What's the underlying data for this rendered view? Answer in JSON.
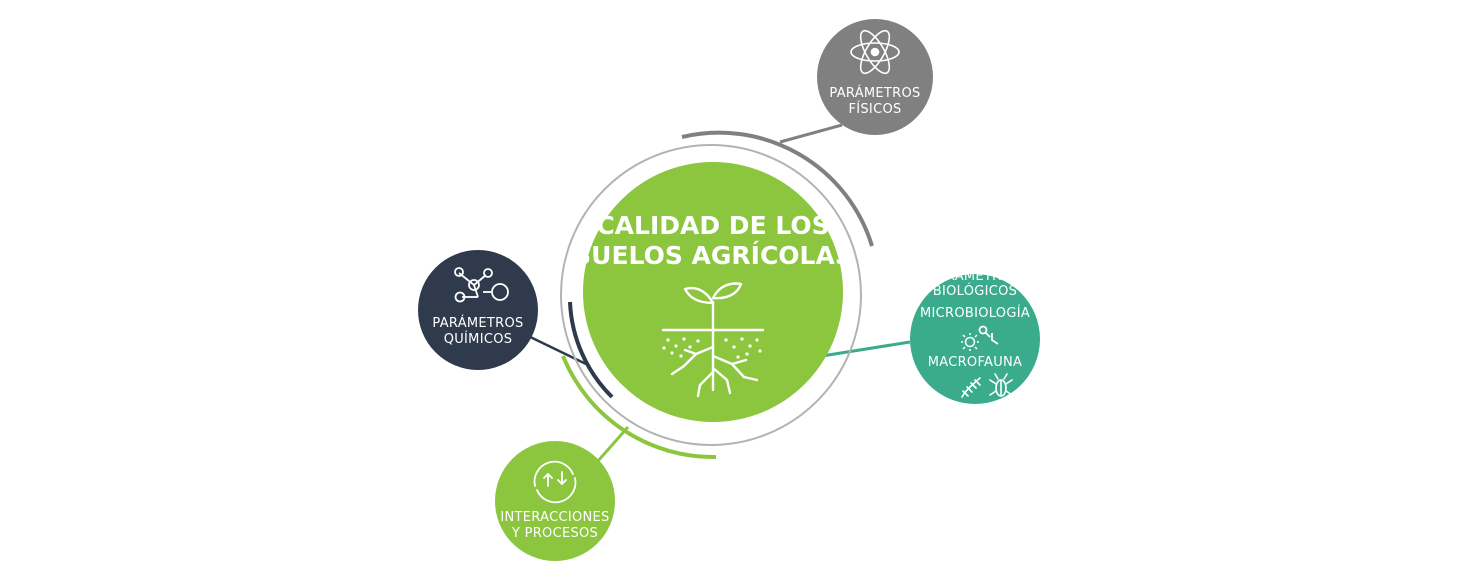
{
  "title_lines": [
    "CALIDAD DE LOS",
    "SUELOS AGRÍCOLAS"
  ],
  "colors": {
    "center": "#8cc63f",
    "ring": "#b3b3b3",
    "fisicos": "#808080",
    "quimicos": "#2f3a4c",
    "biologicos": "#3aab8d",
    "interacciones": "#8cc63f"
  },
  "nodes": {
    "fisicos": {
      "lines": [
        "PARÁMETROS",
        "FÍSICOS"
      ],
      "icon": "atom-icon"
    },
    "quimicos": {
      "lines": [
        "PARÁMETROS",
        "QUÍMICOS"
      ],
      "icon": "molecule-icon"
    },
    "biologicos": {
      "lines": [
        "PARÁMETROS",
        "BIOLÓGICOS"
      ],
      "sub1": "MICROBIOLOGÍA",
      "sub2": "MACROFAUNA",
      "icons": [
        "microbe-icon",
        "bacteria-icon",
        "centipede-icon",
        "beetle-icon"
      ]
    },
    "interacciones": {
      "lines": [
        "INTERACCIONES",
        "Y PROCESOS"
      ],
      "icon": "cycle-arrows-icon"
    }
  },
  "center_icon": "plant-roots-icon"
}
